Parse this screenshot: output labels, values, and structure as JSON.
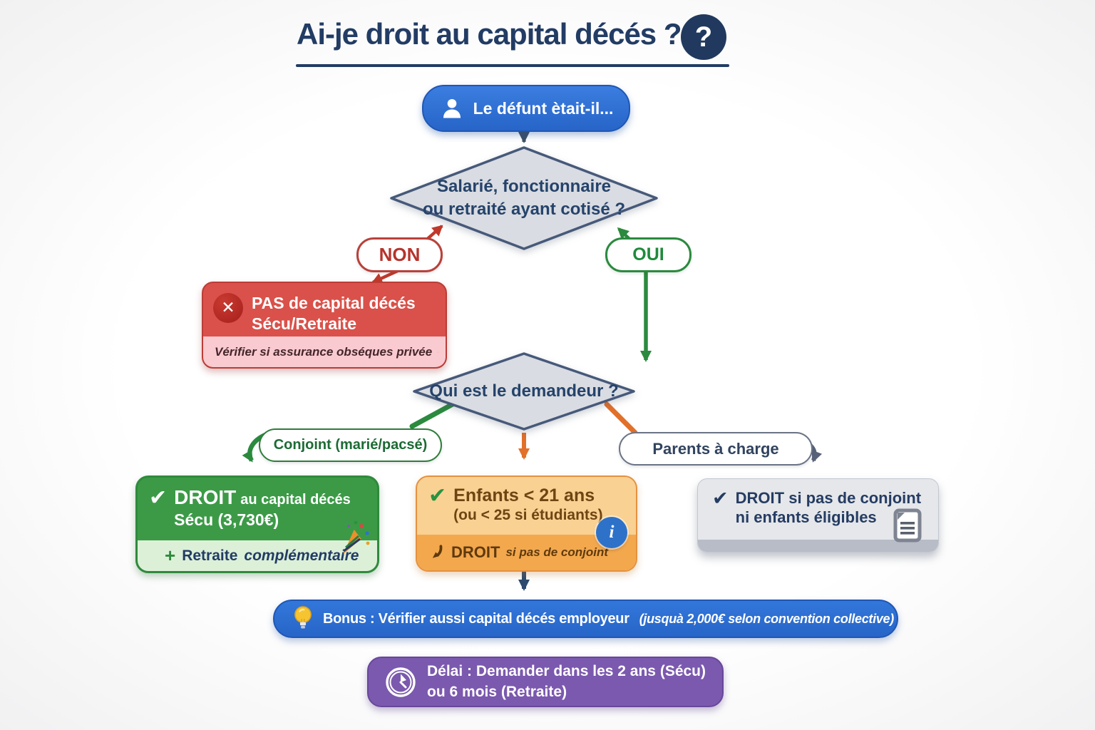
{
  "title": {
    "text": "Ai-je droit au capital décés ?"
  },
  "icons": {
    "question": "?",
    "check": "✔",
    "cross": "✕",
    "plus": "+",
    "info": "i",
    "person": "bust-silhouette-shape",
    "sad_face": "frowning-face-shape",
    "party_popper": "party-popper-shape",
    "document": "document-shape",
    "lightbulb": "lightbulb-shape",
    "clock": "clock-shape",
    "down_hook": "down-arrow-shape"
  },
  "flow": {
    "start": {
      "label": "Le défunt ètait-il..."
    },
    "decision1": {
      "line1": "Salarié, fonctionnaire",
      "line2": "ou retraité ayant cotisé ?"
    },
    "labels": {
      "non": "NON",
      "oui": "OUI",
      "conjoint": "Conjoint (marié/pacsé)",
      "parents": "Parents à charge"
    },
    "no_capital": {
      "line1": "PAS de capital décés",
      "line2": "Sécu/Retraite",
      "note": "Vérifier si assurance obséques privée"
    },
    "decision2": {
      "label": "Qui est le demandeur ?"
    },
    "spouse": {
      "droit": "DROIT",
      "rest": "au capital décés",
      "line2": "Sécu (3,730€)",
      "note_bold": "Retraite",
      "note_italic": "complémentaire"
    },
    "children": {
      "line1": "Enfants < 21 ans",
      "line2": "(ou < 25 si étudiants)",
      "droit": "DROIT",
      "condition": "si pas de conjoint"
    },
    "parents_box": {
      "droit": "DROIT",
      "mid": "si pas de",
      "conjoint": "conjoint",
      "line2": "ni enfants éligibles"
    },
    "bonus": {
      "main": "Bonus : Vérifier aussi capital décés employeur",
      "detail": "(jusquà 2,000€ selon convention collective)"
    },
    "delay": {
      "pre": "Délai : Demander dans les",
      "years": "2 ans",
      "secu": "(Sécu)",
      "or": "ou",
      "months": "6",
      "post": "mois (Retraite)"
    }
  },
  "colors": {
    "navy": "#223c64",
    "blue": "#2f6fd2",
    "green": "#2b8a3e",
    "red": "#c0392b",
    "orange": "#e2702a",
    "purple": "#7b59ae",
    "gray": "#5c6678"
  }
}
